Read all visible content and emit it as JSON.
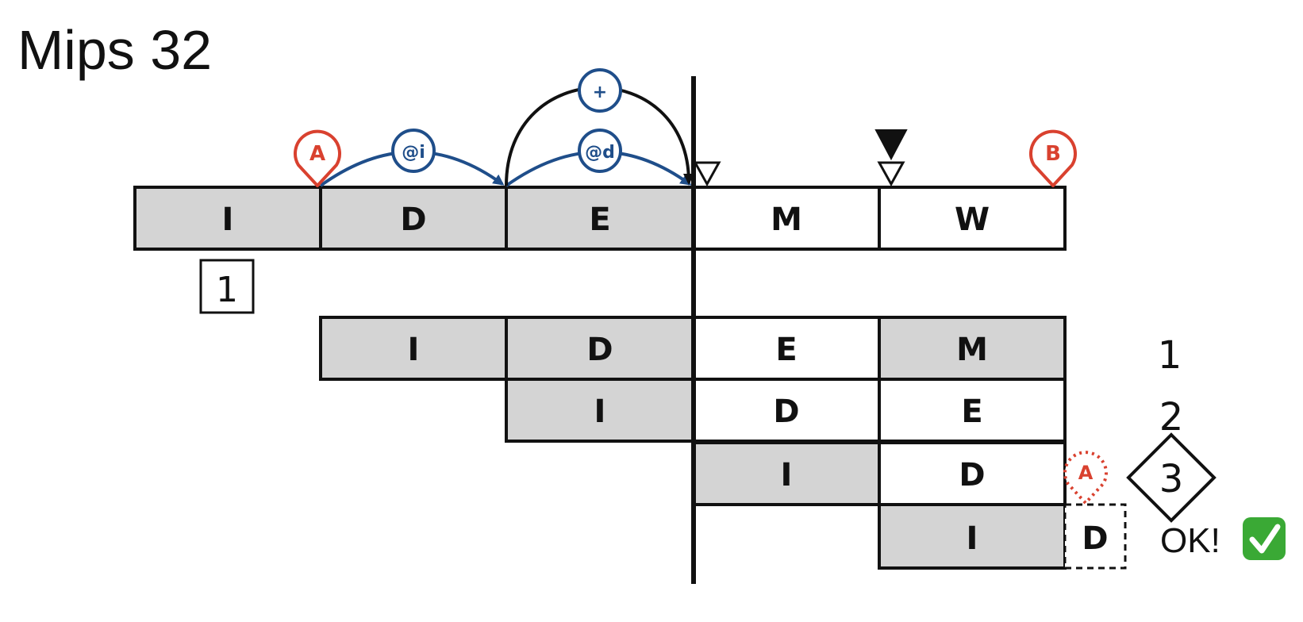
{
  "title": "Mips 32",
  "colors": {
    "stage_shaded": "#d4d4d4",
    "stage_border": "#111111",
    "pin_red": "#d9412f",
    "arc_blue": "#1f4e8a",
    "check_green": "#3aa935"
  },
  "pipeline": {
    "row0": [
      "I",
      "D",
      "E",
      "M",
      "W"
    ],
    "row1": [
      "I",
      "D",
      "E",
      "M"
    ],
    "row2": [
      "I",
      "D",
      "E"
    ],
    "row3": [
      "I",
      "D"
    ],
    "row4": [
      "I",
      "D"
    ]
  },
  "markers": {
    "pin_a": "A",
    "pin_b": "B",
    "pin_a_dotted": "A",
    "fetch_addr": "@i",
    "data_addr": "@d",
    "plus": "+"
  },
  "labels": {
    "box_one": "1",
    "count_1": "1",
    "count_2": "2",
    "count_3": "3",
    "ok": "OK!",
    "check_icon": "✅"
  }
}
